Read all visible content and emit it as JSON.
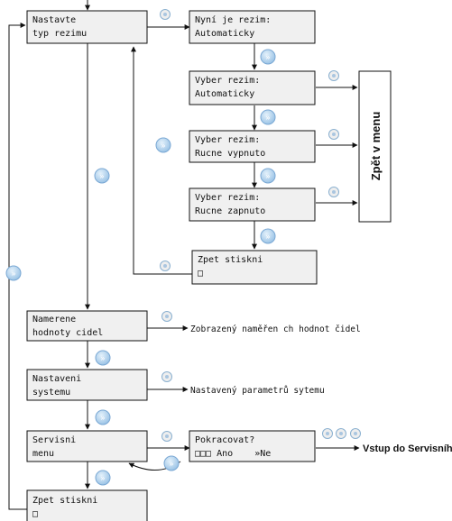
{
  "boxes": {
    "mode_type": [
      "Nastavte",
      "typ rezimu"
    ],
    "mode_now": [
      "Nyní je rezim:",
      "Automaticky"
    ],
    "select_auto": [
      "Vyber rezim:",
      "Automaticky"
    ],
    "select_off": [
      "Vyber rezim:",
      "Rucne vypnuto"
    ],
    "select_on": [
      "Vyber rezim:",
      "Rucne zapnuto"
    ],
    "back_inner": [
      "Zpet stiskni",
      "□"
    ],
    "sensors": [
      "Namerene",
      "hodnoty cidel"
    ],
    "settings": [
      "Nastaveni",
      "systemu"
    ],
    "service": [
      "Servisni",
      "menu"
    ],
    "continue": [
      "Pokracovat?",
      "□□□ Ano    »Ne"
    ],
    "back_outer": [
      "Zpet stiskni",
      "□"
    ]
  },
  "back_to_menu": "Zpět v menu",
  "labels": {
    "sensors_desc": "Zobrazený naměřen ch hodnot čidel",
    "settings_desc": "Nastavený parametrů sytemu",
    "service_entry": "Vstup do Servisního menu"
  },
  "colors": {
    "button_fill": "#bcd8f0",
    "button_stroke": "#7aa8d4",
    "small_button_fill": "#eeeeee",
    "small_button_stroke": "#8ab0d0"
  }
}
